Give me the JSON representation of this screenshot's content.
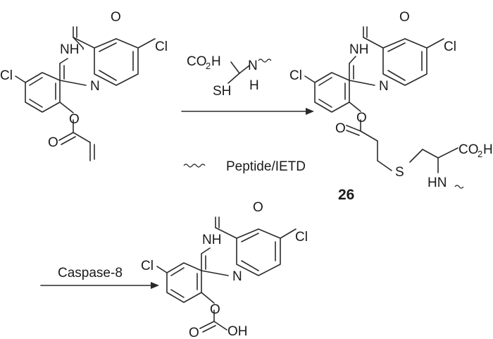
{
  "labels": {
    "cl": "Cl",
    "nh": "NH",
    "n": "N",
    "o": "O",
    "s": "S",
    "sh": "SH",
    "h": "H",
    "hn": "HN",
    "oh": "OH",
    "co2h_left": "CO",
    "co2h_2": "2",
    "co2h_right": "H"
  },
  "legend": {
    "peptide": "Peptide/IETD"
  },
  "compound": {
    "number": "26"
  },
  "reaction": {
    "reagent": "Caspase-8"
  }
}
